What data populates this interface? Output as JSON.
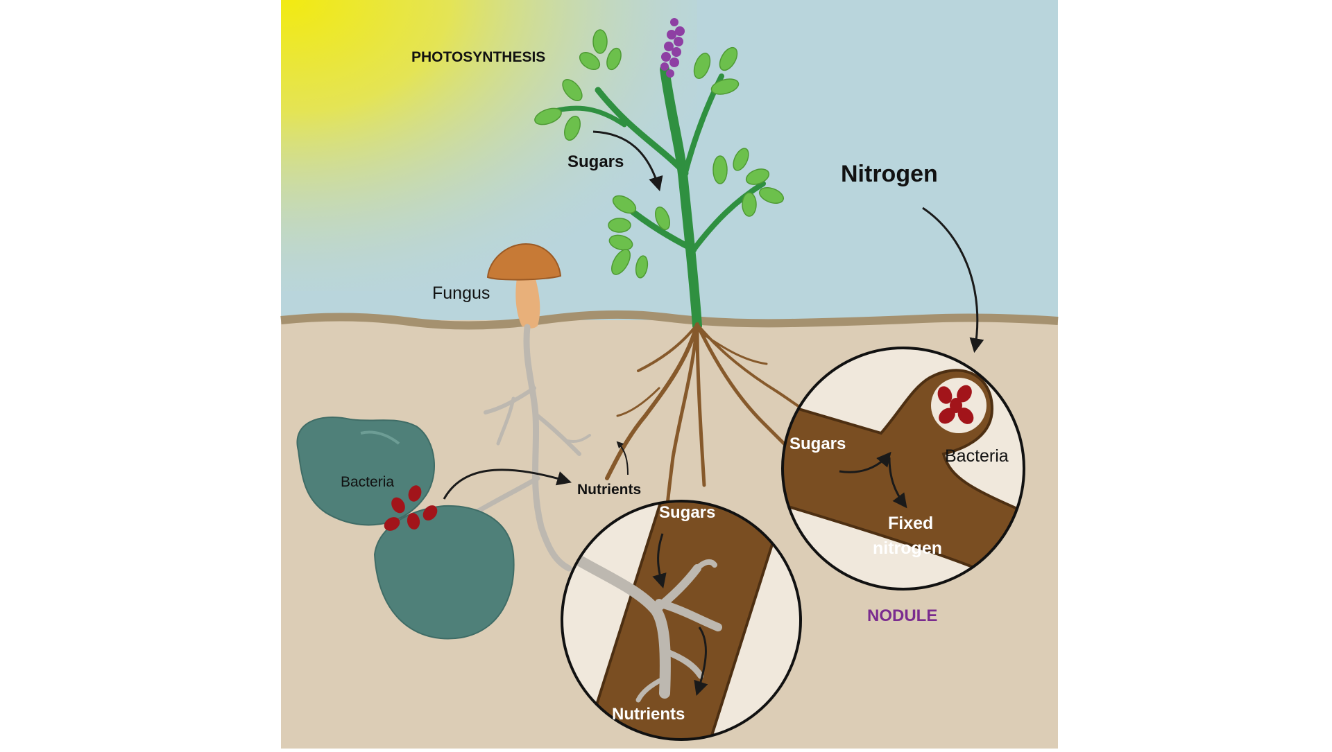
{
  "labels": {
    "photosynthesis": "PHOTOSYNTHESIS",
    "sugars_stem": "Sugars",
    "nitrogen": "Nitrogen",
    "fungus": "Fungus",
    "bacteria_soil": "Bacteria",
    "nutrients_soil": "Nutrients",
    "sugars_root_circle": "Sugars",
    "nutrients_root_circle": "Nutrients",
    "sugars_nodule": "Sugars",
    "bacteria_nodule": "Bacteria",
    "fixed_nitrogen_line1": "Fixed",
    "fixed_nitrogen_line2": "nitrogen",
    "nodule": "NODULE"
  },
  "colors": {
    "sky": "#b9d5dc",
    "soil": "#dccdb6",
    "sun": "#f2e81a",
    "plant": "#2f9040",
    "leaf": "#6cc04c",
    "flower": "#8e3fa3",
    "root": "#86592b",
    "hyphae": "#bdb8b0",
    "root_tube": "#7a4e22",
    "mushroom_cap": "#c77a36",
    "mushroom_stem": "#e8b07a",
    "rock": "#4f8079",
    "bacteria": "#a2141a",
    "nodule_text": "#7a2b8f"
  },
  "icons": [
    "sun-icon",
    "mushroom-icon",
    "plant-icon",
    "rock-icon",
    "bacteria-icon",
    "arrow-icon"
  ]
}
